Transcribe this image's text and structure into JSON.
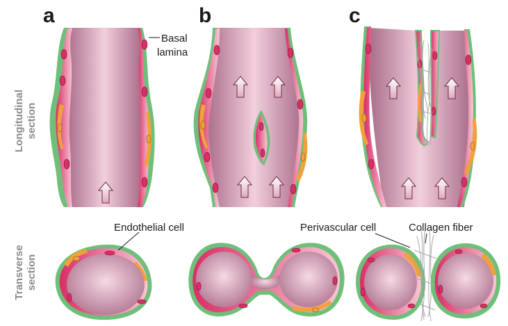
{
  "panels": [
    {
      "letter": "a"
    },
    {
      "letter": "b"
    },
    {
      "letter": "c"
    }
  ],
  "row_labels": {
    "longitudinal": [
      "Longitudinal",
      "section"
    ],
    "transverse": [
      "Transverse",
      "section"
    ]
  },
  "annotations": {
    "basal_lamina": [
      "Basal",
      "lamina"
    ],
    "endothelial_cell": "Endothelial cell",
    "perivascular_cell": "Perivascular cell",
    "collagen_fiber": "Collagen fiber"
  },
  "colors": {
    "lumen_light": "#f3d0dc",
    "lumen_dark": "#b97f99",
    "endothelium": "#e23d72",
    "endothelium_light": "#f6c9d6",
    "basal_lamina": "#6fbf7a",
    "perivascular": "#f0a23a",
    "perivascular_light": "#f7dca0",
    "collagen": "#a8a8a8"
  }
}
